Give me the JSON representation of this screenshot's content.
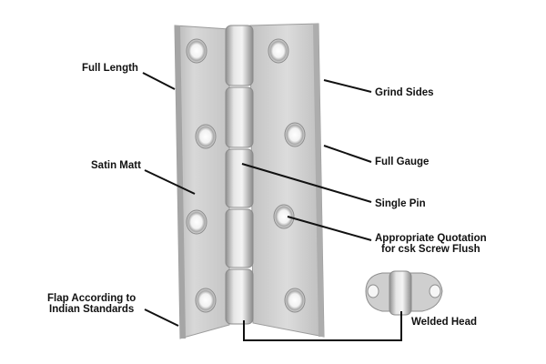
{
  "labels": {
    "full_length": "Full Length",
    "satin_matt": "Satin Matt",
    "flap_line1": "Flap According to",
    "flap_line2": "Indian Standards",
    "grind_sides": "Grind Sides",
    "full_gauge": "Full Gauge",
    "single_pin": "Single Pin",
    "quotation_line1": "Appropriate  Quotation",
    "quotation_line2": "for csk Screw Flush",
    "welded_head": "Welded Head"
  },
  "colors": {
    "metal_light": "#e4e4e4",
    "metal_mid": "#c9c9c9",
    "metal_dark": "#9a9a9a",
    "line": "#111111"
  }
}
